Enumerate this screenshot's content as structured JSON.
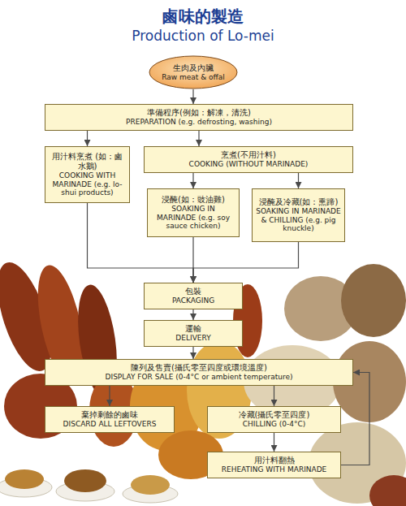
{
  "diagram": {
    "title": "鹵味的製造",
    "nodes": [
      {
        "text": [
          "生肉及內臟",
          "Raw meat & offal"
        ]
      },
      {
        "text": [
          "準備程序(例如：解凍，清洗)",
          "PREPARATION (e.g. defrosting, washing)"
        ]
      },
      {
        "text": [
          "用汁料烹煮 (如：鹵水鵝)",
          "COOKING WITH MARINADE (e.g. lo-shui products)"
        ]
      },
      {
        "text": [
          "烹煮(不用汁料)",
          "COOKING (WITHOUT MARINADE)"
        ]
      },
      {
        "text": [
          "浸醃(如：豉油雞)",
          "SOAKING IN MARINADE (e.g. soy sauce chicken)"
        ]
      },
      {
        "text": [
          "浸醃及冷藏(如：熏蹄)",
          "SOAKING IN MARINADE & CHILLING (e.g. pig knuckle)"
        ]
      },
      {
        "text": [
          "包裝",
          "PACKAGING"
        ]
      },
      {
        "text": [
          "運輸",
          "DELIVERY"
        ]
      },
      {
        "text": [
          "陳列及售賣(攝氏零至四度或環境溫度)",
          "DISPLAY FOR SALE (0-4°C or ambient temperature)"
        ]
      },
      {
        "text": [
          "棄掉剩餘的鹵味",
          "DISCARD ALL LEFTOVERS"
        ]
      },
      {
        "text": [
          "冷藏(攝氏零至四度)",
          "CHILLING (0-4°C)"
        ]
      },
      {
        "text": [
          "用汁料翻熱",
          "REHEATING WITH MARINADE"
        ]
      }
    ],
    "edges": [
      {
        "from": 0,
        "to": 1,
        "arrow": "to"
      },
      {
        "from": 1,
        "to": 2,
        "arrow": "to"
      },
      {
        "from": 1,
        "to": 3,
        "arrow": "to"
      },
      {
        "from": 3,
        "to": 4,
        "arrow": "to"
      },
      {
        "from": 3,
        "to": 5,
        "arrow": "to"
      },
      {
        "from": 2,
        "to": 6,
        "arrow": "to"
      },
      {
        "from": 4,
        "to": 6,
        "arrow": "to"
      },
      {
        "from": 5,
        "to": 6,
        "arrow": "to"
      },
      {
        "from": 6,
        "to": 7,
        "arrow": "to"
      },
      {
        "from": 7,
        "to": 8,
        "arrow": "to"
      },
      {
        "from": 8,
        "to": 9,
        "arrow": "to"
      },
      {
        "from": 8,
        "to": 10,
        "arrow": "to"
      },
      {
        "from": 10,
        "to": 11,
        "arrow": "to"
      },
      {
        "from": 11,
        "to": 8,
        "arrow": "to"
      }
    ],
    "labels": [
      "Production of Lo-mei"
    ]
  }
}
